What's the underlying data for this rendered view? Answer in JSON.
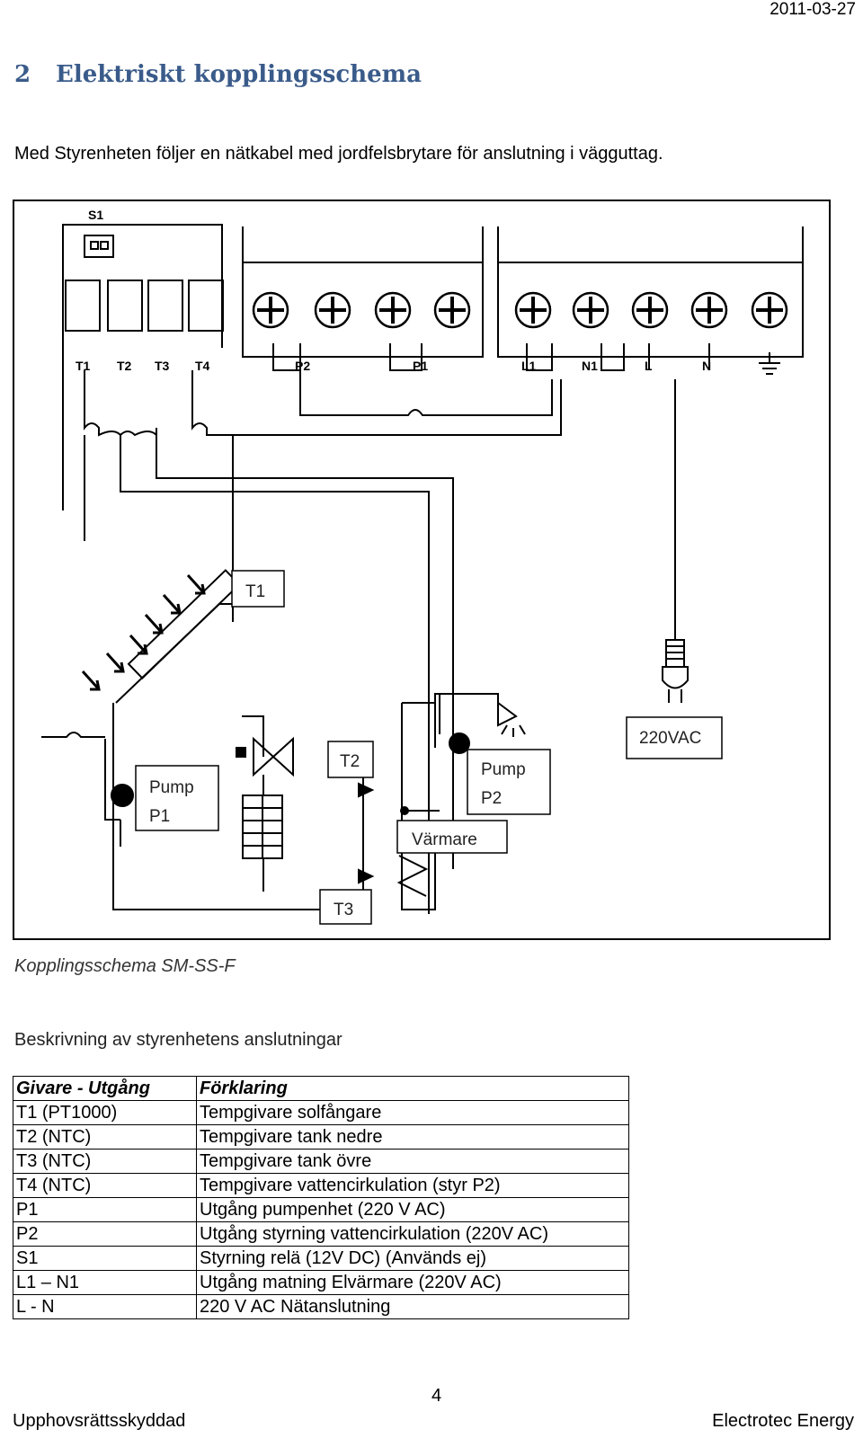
{
  "header": {
    "date": "2011-03-27"
  },
  "section": {
    "number": "2",
    "title": "Elektriskt kopplingsschema"
  },
  "intro": "Med Styrenheten följer en nätkabel med jordfelsbrytare för anslutning i vägguttag.",
  "diagram": {
    "terminal_labels": {
      "s1": "S1",
      "t1": "T1",
      "t2": "T2",
      "t3": "T3",
      "t4": "T4",
      "p2": "P2",
      "p1": "P1",
      "l1": "L1",
      "n1": "N1",
      "l": "L",
      "n": "N"
    },
    "callouts": {
      "t1": "T1",
      "t2": "T2",
      "t3": "T3",
      "pump_p1_line1": "Pump",
      "pump_p1_line2": "P1",
      "pump_p2_line1": "Pump",
      "pump_p2_line2": "P2",
      "heater": "Värmare",
      "power": "220VAC"
    }
  },
  "caption": "Kopplingsschema SM-SS-F",
  "description": "Beskrivning av styrenhetens anslutningar",
  "table": {
    "headers": [
      "Givare - Utgång",
      "Förklaring"
    ],
    "rows": [
      [
        "T1 (PT1000)",
        "Tempgivare solfångare"
      ],
      [
        "T2 (NTC)",
        "Tempgivare tank nedre"
      ],
      [
        "T3 (NTC)",
        "Tempgivare tank övre"
      ],
      [
        "T4 (NTC)",
        "Tempgivare vattencirkulation (styr P2)"
      ],
      [
        "P1",
        "Utgång pumpenhet (220 V AC)"
      ],
      [
        "P2",
        "Utgång styrning vattencirkulation (220V AC)"
      ],
      [
        "S1",
        "Styrning relä (12V DC) (Används ej)"
      ],
      [
        "L1 – N1",
        "Utgång matning Elvärmare (220V AC)"
      ],
      [
        "L - N",
        "220 V AC Nätanslutning"
      ]
    ]
  },
  "footer": {
    "page": "4",
    "left": "Upphovsrättsskyddad",
    "right": "Electrotec Energy"
  }
}
